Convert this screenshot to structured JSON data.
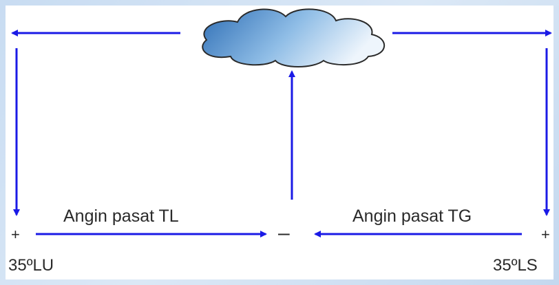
{
  "labels": {
    "wind_left": "Angin pasat TL",
    "wind_right": "Angin pasat TG",
    "lat_left": "35ºLU",
    "lat_right": "35ºLS"
  },
  "signs": {
    "left": "+",
    "center": "–",
    "right": "+"
  },
  "colors": {
    "arrow": "#1a1ae6",
    "cloud_dark": "#3a7cc0",
    "cloud_light": "#e8f2fb",
    "text": "#2a2a2a"
  }
}
